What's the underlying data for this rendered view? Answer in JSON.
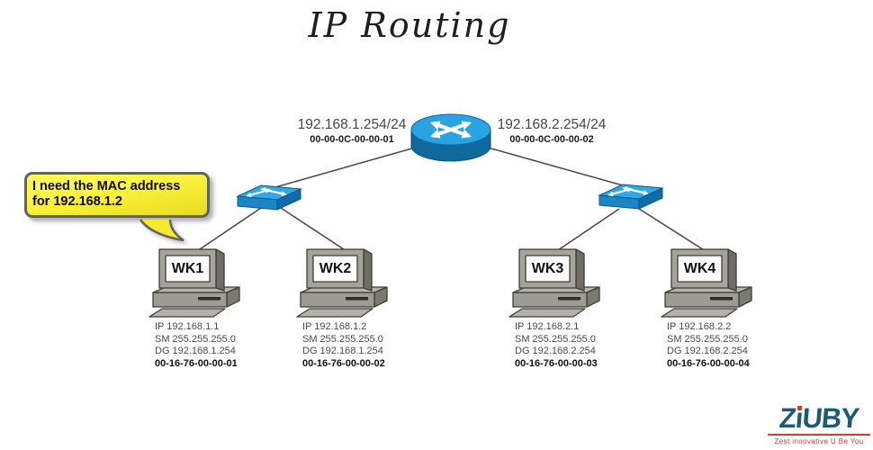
{
  "title": "IP Routing",
  "speech_bubble": {
    "line1": "I need the MAC address",
    "line2": "for 192.168.1.2"
  },
  "router": {
    "left_interface": {
      "ip": "192.168.1.254/24",
      "mac": "00-00-0C-00-00-01"
    },
    "right_interface": {
      "ip": "192.168.2.254/24",
      "mac": "00-00-0C-00-00-02"
    }
  },
  "workstations": [
    {
      "name": "WK1",
      "ip": "IP 192.168.1.1",
      "subnet": "SM 255.255.255.0",
      "gateway": "DG 192.168.1.254",
      "mac": "00-16-76-00-00-01"
    },
    {
      "name": "WK2",
      "ip": "IP 192.168.1.2",
      "subnet": "SM 255.255.255.0",
      "gateway": "DG 192.168.1.254",
      "mac": "00-16-76-00-00-02"
    },
    {
      "name": "WK3",
      "ip": "IP 192.168.2.1",
      "subnet": "SM 255.255.255.0",
      "gateway": "DG 192.168.2.254",
      "mac": "00-16-76-00-00-03"
    },
    {
      "name": "WK4",
      "ip": "IP 192.168.2.2",
      "subnet": "SM 255.255.255.0",
      "gateway": "DG 192.168.2.254",
      "mac": "00-16-76-00-00-04"
    }
  ],
  "logo": {
    "brand": "ZiUBY",
    "brand_pre": "Z",
    "brand_i": "ı",
    "brand_post": "UBY",
    "tagline": "Zest innovative U Be You"
  },
  "icons": {
    "router": "cisco-router-icon",
    "switch": "cisco-switch-icon",
    "workstation": "desktop-computer-icon",
    "bubble": "speech-bubble"
  },
  "colors": {
    "router_top": "#29a4e2",
    "router_body": "#10699c",
    "switch_top": "#2fa9e8",
    "switch_front": "#1b85c8",
    "bubble_fill": "#f8ee38",
    "bubble_border": "#636363",
    "wire": "#4c4c4c",
    "logo_blue": "#1e5a72",
    "logo_red": "#d93a2b"
  }
}
